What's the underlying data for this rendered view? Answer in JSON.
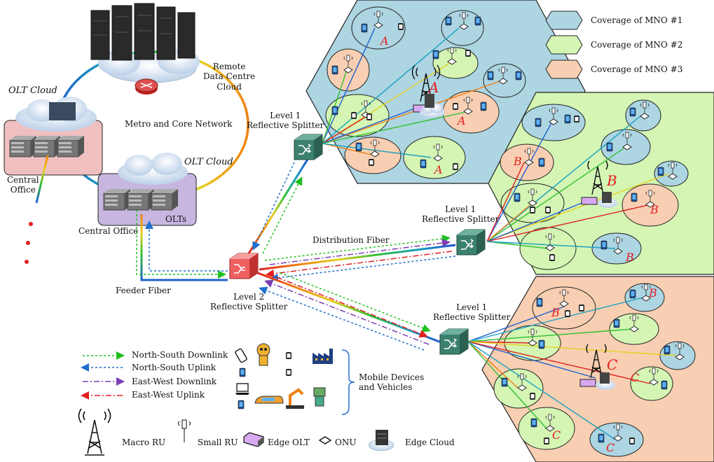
{
  "labels": {
    "remote_dc": "Remote\nData Centre\nCloud",
    "olt_cloud_1": "OLT Cloud",
    "olt_cloud_2": "OLT Cloud",
    "metro": "Metro and Core Network",
    "central_office_1": "Central\nOffice",
    "central_office_2": "Central Office",
    "olts": "OLTs",
    "feeder": "Feeder Fiber",
    "distribution": "Distribution Fiber",
    "level2": "Level 2\nReflective Splitter",
    "level1_top": "Level 1\nReflective Splitter",
    "level1_mid": "Level 1\nReflective Splitter",
    "level1_bot": "Level 1\nReflective Splitter",
    "mobile_devices": "Mobile Devices\nand Vehicles"
  },
  "coverage_legend": [
    {
      "label": "Coverage of MNO #1",
      "color": "#add5e2"
    },
    {
      "label": "Coverage of MNO #2",
      "color": "#d4f5b4"
    },
    {
      "label": "Coverage of MNO #3",
      "color": "#f8cfb2"
    }
  ],
  "link_legend": [
    {
      "label": "North-South Downlink",
      "color": "#1fc01f",
      "style": "dotted"
    },
    {
      "label": "North-South Uplink",
      "color": "#1f6fcf",
      "style": "dotted"
    },
    {
      "label": "East-West Downlink",
      "color": "#7b3fb0",
      "style": "dashdot"
    },
    {
      "label": "East-West Uplink",
      "color": "#e02020",
      "style": "dashdot"
    }
  ],
  "equipment_legend": [
    {
      "label": "Macro RU",
      "icon": "macro-ru-icon"
    },
    {
      "label": "Small RU",
      "icon": "small-ru-icon"
    },
    {
      "label": "Edge OLT",
      "icon": "edge-olt-icon"
    },
    {
      "label": "ONU",
      "icon": "onu-icon"
    },
    {
      "label": "Edge Cloud",
      "icon": "edge-cloud-icon"
    }
  ],
  "mno_markers": {
    "top": "A",
    "mid": "B",
    "bot": "C"
  }
}
